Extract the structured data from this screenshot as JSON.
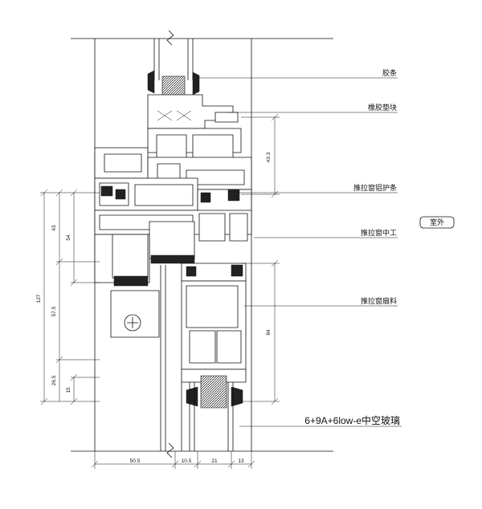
{
  "labels": {
    "rubber_strip": "胶条",
    "rubber_pad": "橡胶垫块",
    "sash_press_strip": "推拉窗铝护条",
    "sash_middle": "推拉窗中工",
    "sash_profile": "推拉窗扇料",
    "glass": "6+9A+6low-e中空玻璃",
    "outdoor": "室外"
  },
  "dimensions": {
    "d43_3": "43.3",
    "d43": "43",
    "d54": "54",
    "d127": "127",
    "d57_5": "57.5",
    "d84": "84",
    "d26_5": "26.5",
    "d15": "15",
    "b50_5": "50.5",
    "b10_5": "10.5",
    "b21": "21",
    "b13": "13"
  }
}
